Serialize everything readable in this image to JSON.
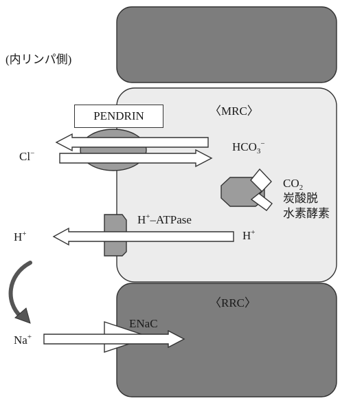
{
  "labels": {
    "endolymph_side": "(内リンパ側)",
    "pendrin": "PENDRIN",
    "mrc": "〈MRC〉",
    "chloride": "Cl",
    "chloride_charge": "−",
    "bicarbonate": "HCO",
    "bicarbonate_sub": "3",
    "bicarbonate_charge": "−",
    "co2": "CO",
    "co2_sub": "2",
    "carbonic_anhydrase_line1": "炭酸脱",
    "carbonic_anhydrase_line2": "水素酵素",
    "h_atpase": "H",
    "h_atpase_charge": "+",
    "h_atpase_rest": "–ATPase",
    "proton_inside": "H",
    "proton_inside_charge": "+",
    "proton_out": "H",
    "proton_out_charge": "+",
    "rrc": "〈RRC〉",
    "enac": "ENaC",
    "sodium": "Na",
    "sodium_charge": "+"
  },
  "colors": {
    "dark_cell": "#7d7d7d",
    "mrc_cell": "#ececec",
    "transporter": "#9c9c9c",
    "outline": "#333333"
  }
}
